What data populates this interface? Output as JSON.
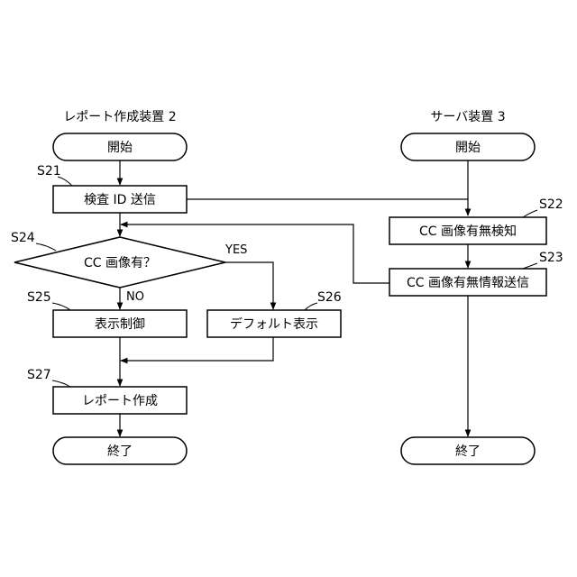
{
  "lanes": {
    "left": "レポート作成装置 2",
    "right": "サーバ装置 3"
  },
  "nodes": {
    "left_start": "開始",
    "s21_box": "検査 ID 送信",
    "s24_decision": "CC 画像有？",
    "s25_box": "表示制御",
    "s26_box": "デフォルト表示",
    "s27_box": "レポート作成",
    "left_end": "終了",
    "right_start": "開始",
    "s22_box": "CC 画像有無検知",
    "s23_box": "CC 画像有無情報送信",
    "right_end": "終了"
  },
  "steps": {
    "s21": "S21",
    "s22": "S22",
    "s23": "S23",
    "s24": "S24",
    "s25": "S25",
    "s26": "S26",
    "s27": "S27"
  },
  "branches": {
    "yes": "YES",
    "no": "NO"
  }
}
